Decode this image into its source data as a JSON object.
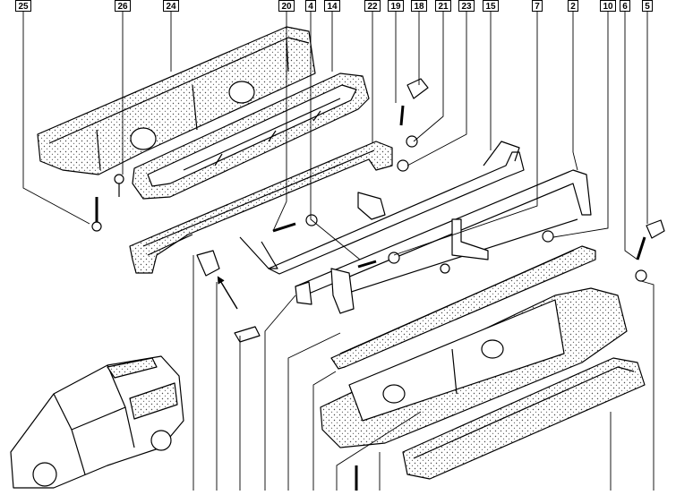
{
  "diagram": {
    "callouts": [
      "25",
      "26",
      "24",
      "20",
      "4",
      "14",
      "22",
      "19",
      "18",
      "21",
      "23",
      "15",
      "7",
      "2",
      "10",
      "6",
      "5"
    ],
    "colors": {
      "ink": "#000000",
      "paper": "#ffffff",
      "stipple": "#4a4a4a"
    }
  }
}
